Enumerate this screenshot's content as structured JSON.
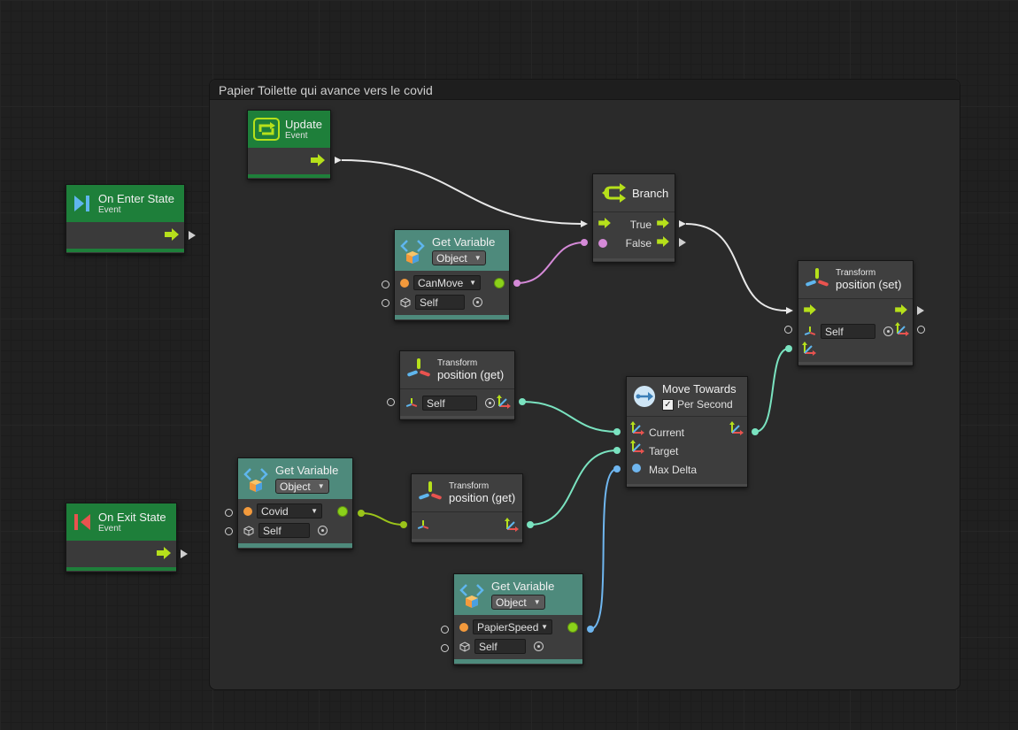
{
  "group": {
    "title": "Papier Toilette qui avance vers le covid"
  },
  "colors": {
    "event_green": "#1e7f3a",
    "teal_header": "#4e8a7c",
    "flow_arrow": "#b6e01b",
    "wire_white": "#e8e8e8",
    "wire_pink": "#d58ad8",
    "wire_green": "#7ae3c0",
    "wire_olive": "#9bc41a",
    "wire_blue": "#6fb6ef"
  },
  "nodes": {
    "on_enter": {
      "title": "On Enter State",
      "subtitle": "Event",
      "icon": "enter-state-icon"
    },
    "on_exit": {
      "title": "On Exit State",
      "subtitle": "Event",
      "icon": "exit-state-icon"
    },
    "update": {
      "title": "Update",
      "subtitle": "Event",
      "icon": "update-loop-icon"
    },
    "branch": {
      "title": "Branch",
      "true_label": "True",
      "false_label": "False",
      "icon": "branch-icon"
    },
    "get_canmove": {
      "title": "Get Variable",
      "kind": "Object",
      "variable": "CanMove",
      "target": "Self"
    },
    "get_covid": {
      "title": "Get Variable",
      "kind": "Object",
      "variable": "Covid",
      "target": "Self"
    },
    "get_papierspeed": {
      "title": "Get Variable",
      "kind": "Object",
      "variable": "PapierSpeed",
      "target": "Self"
    },
    "transform_get_1": {
      "category": "Transform",
      "title": "position (get)",
      "target": "Self"
    },
    "transform_get_2": {
      "category": "Transform",
      "title": "position (get)"
    },
    "transform_set": {
      "category": "Transform",
      "title": "position (set)",
      "target": "Self"
    },
    "move_towards": {
      "title": "Move Towards",
      "option": "Per Second",
      "current": "Current",
      "target": "Target",
      "max_delta": "Max Delta"
    }
  }
}
